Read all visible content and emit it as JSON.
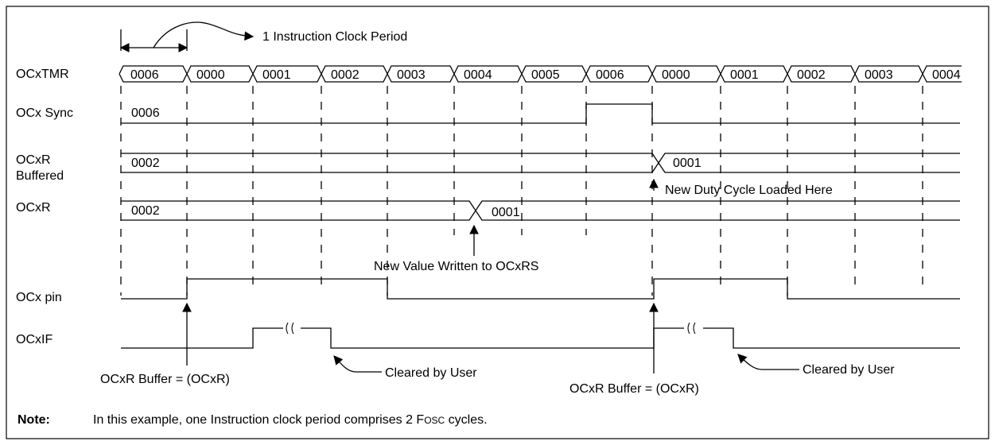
{
  "header": {
    "period_label": "1 Instruction Clock Period"
  },
  "signals": {
    "ocxtmr": "OCxTMR",
    "ocx_sync": "OCx Sync",
    "ocxr_buffered_line1": "OCxR",
    "ocxr_buffered_line2": "Buffered",
    "ocxr": "OCxR",
    "ocx_pin": "OCx pin",
    "ocxif": "OCxIF"
  },
  "timer_values": [
    "0006",
    "0000",
    "0001",
    "0002",
    "0003",
    "0004",
    "0005",
    "0006",
    "0000",
    "0001",
    "0002",
    "0003",
    "0004"
  ],
  "values": {
    "sync_value": "0006",
    "buffered_initial": "0002",
    "buffered_new": "0001",
    "ocxr_initial": "0002",
    "ocxr_new": "0001"
  },
  "annotations": {
    "new_duty_cycle": "New Duty Cycle Loaded Here",
    "new_value_written": "New Value Written to OCxRS",
    "buffer_eq_1": "OCxR Buffer = (OCxR)",
    "buffer_eq_2": "OCxR Buffer = (OCxR)",
    "cleared_1": "Cleared by User",
    "cleared_2": "Cleared by User"
  },
  "note": {
    "label": "Note:",
    "text_prefix": "In this example, one Instruction clock period comprises 2 ",
    "fosc_F": "F",
    "fosc_rest": "OSC",
    "text_suffix": " cycles."
  }
}
